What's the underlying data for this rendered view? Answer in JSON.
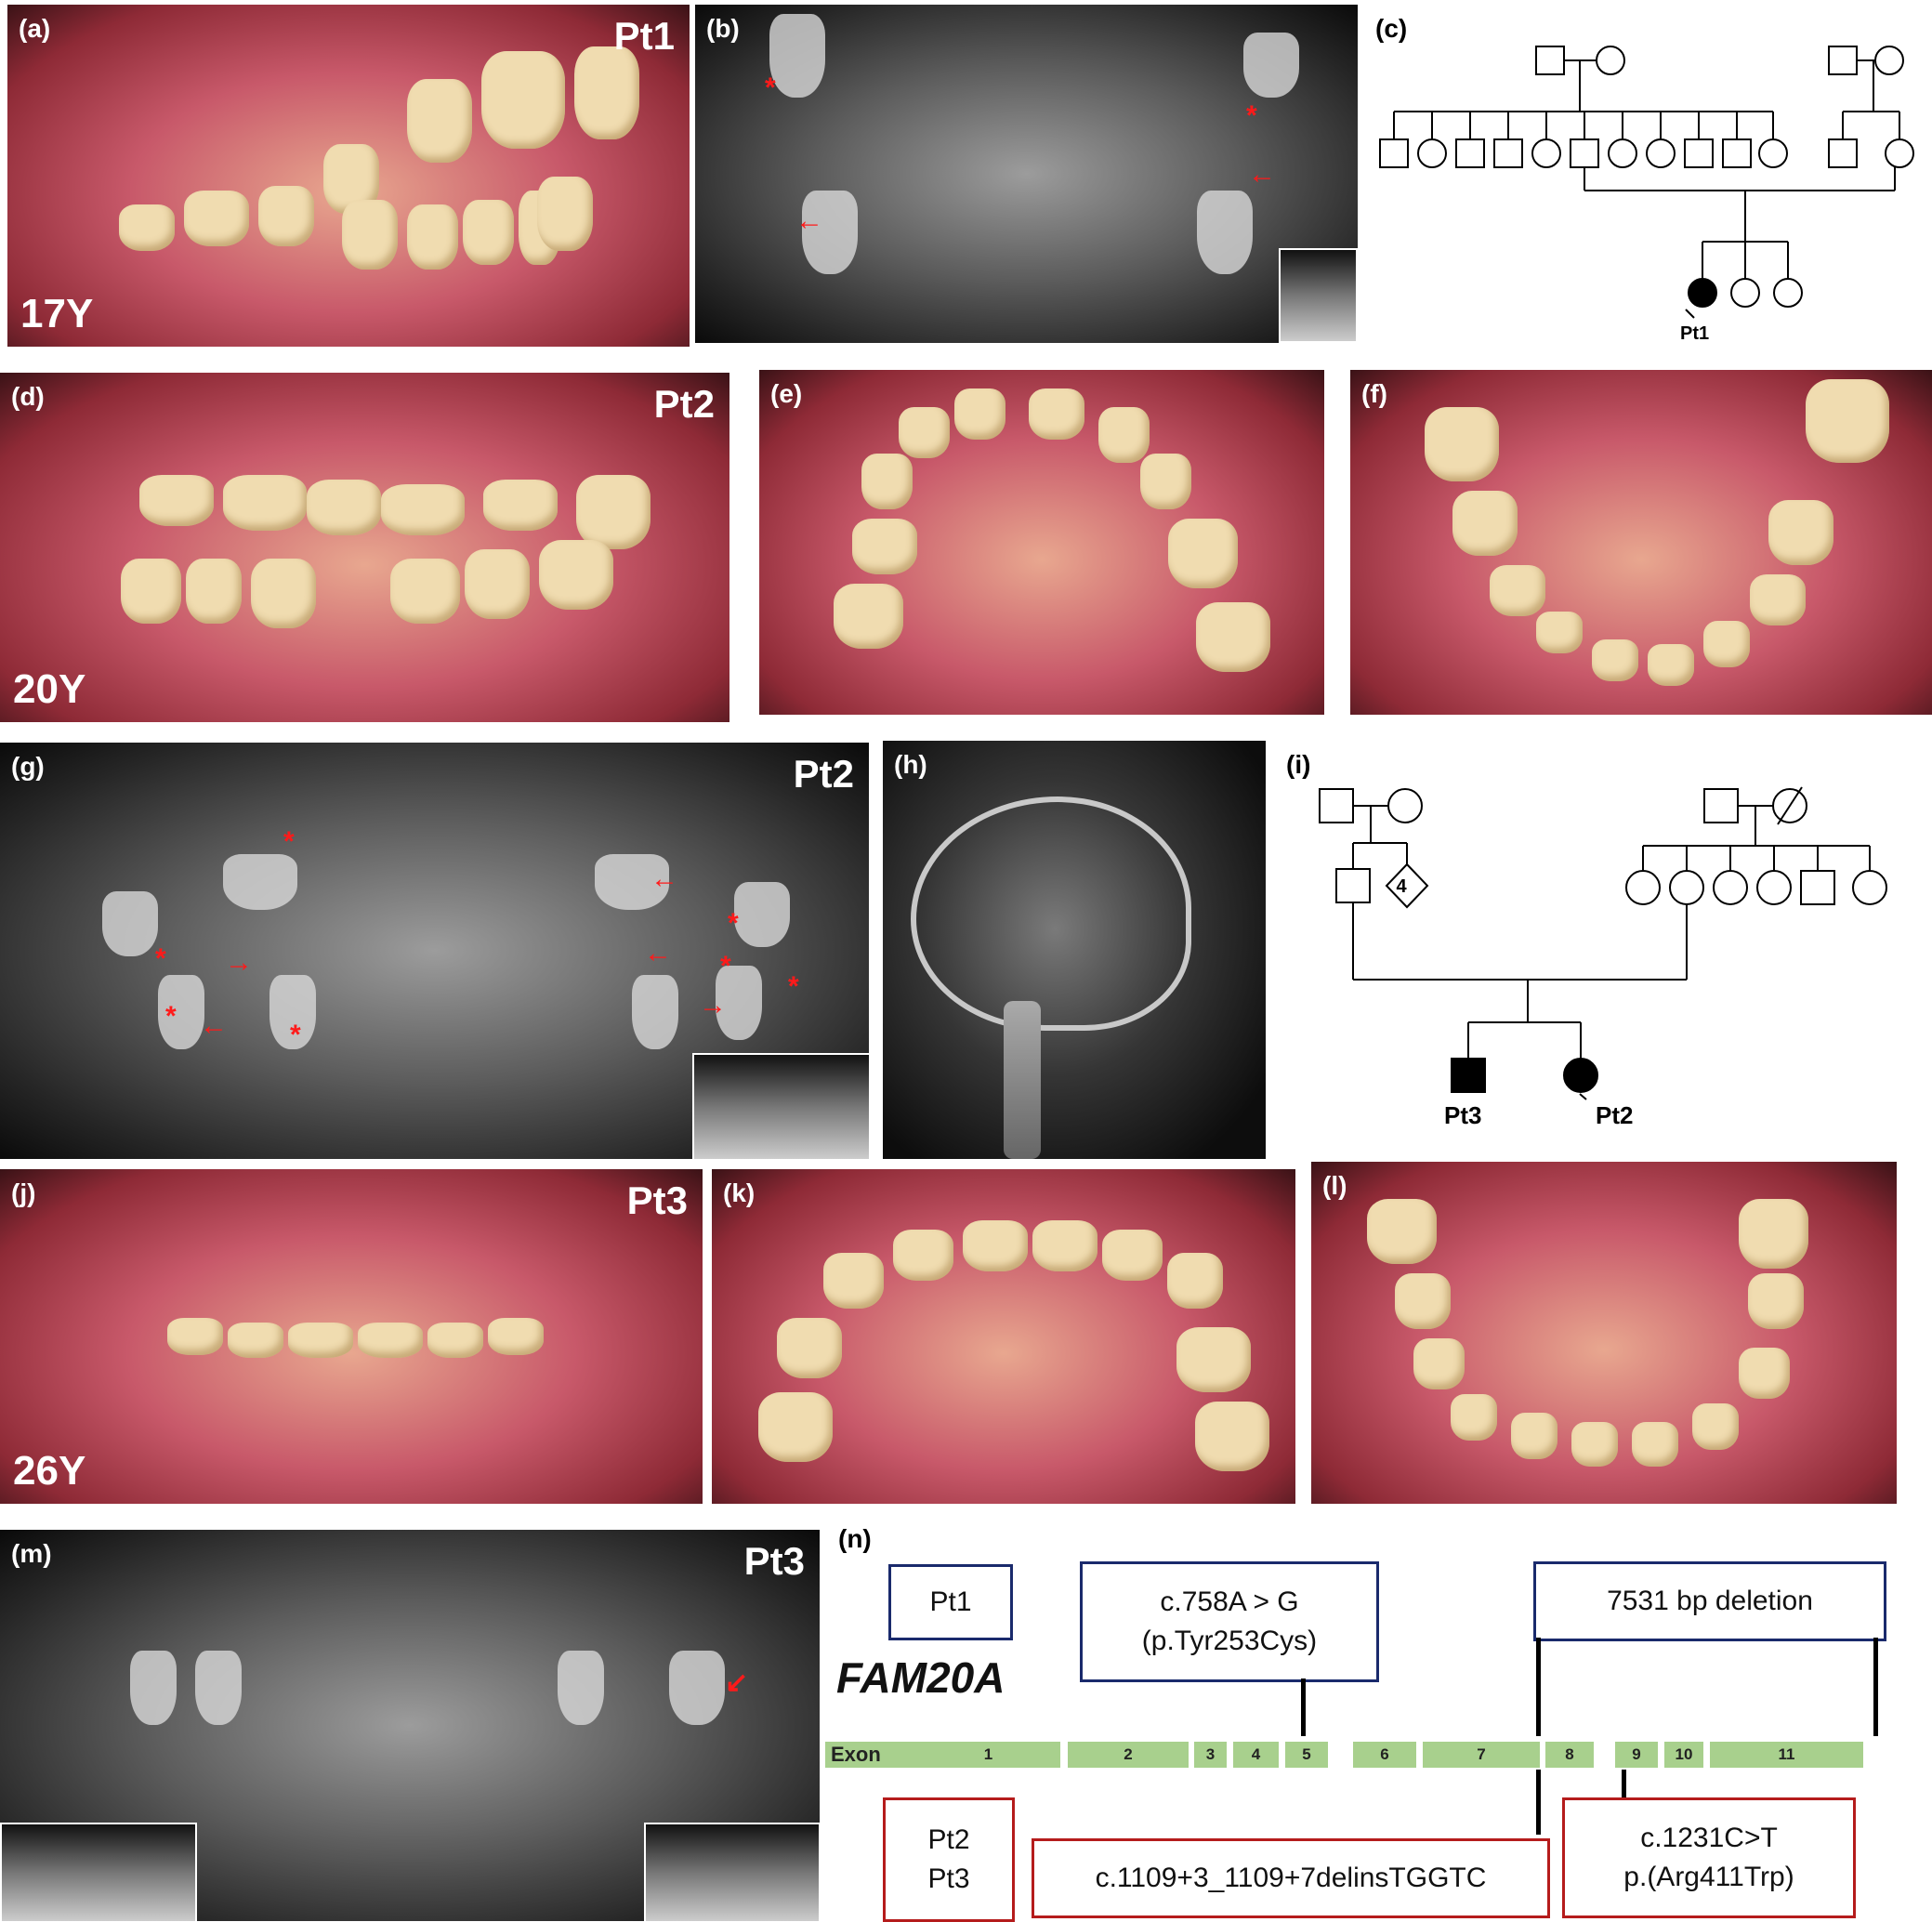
{
  "panels": {
    "a": {
      "label": "(a)",
      "tag": "Pt1",
      "age": "17Y"
    },
    "b": {
      "label": "(b)"
    },
    "c": {
      "label": "(c)",
      "proband": "Pt1"
    },
    "d": {
      "label": "(d)",
      "tag": "Pt2",
      "age": "20Y"
    },
    "e": {
      "label": "(e)"
    },
    "f": {
      "label": "(f)"
    },
    "g": {
      "label": "(g)",
      "tag": "Pt2"
    },
    "h": {
      "label": "(h)"
    },
    "i": {
      "label": "(i)",
      "diamond_count": "4",
      "affected_male": "Pt3",
      "affected_female": "Pt2"
    },
    "j": {
      "label": "(j)",
      "tag": "Pt3",
      "age": "26Y"
    },
    "k": {
      "label": "(k)"
    },
    "l": {
      "label": "(l)"
    },
    "m": {
      "label": "(m)",
      "tag": "Pt3"
    },
    "n": {
      "label": "(n)"
    }
  },
  "gene": {
    "name": "FAM20A",
    "exon_label": "Exon",
    "exons": [
      "1",
      "2",
      "3",
      "4",
      "5",
      "6",
      "7",
      "8",
      "9",
      "10",
      "11"
    ],
    "pt1_box": "Pt1",
    "pt1_variant_1_line1": "c.758A > G",
    "pt1_variant_1_line2": "(p.Tyr253Cys)",
    "pt1_variant_2": "7531 bp deletion",
    "pt23_box_line1": "Pt2",
    "pt23_box_line2": "Pt3",
    "pt23_variant_1": "c.1109+3_1109+7delinsTGGTC",
    "pt23_variant_2_line1": "c.1231C>T",
    "pt23_variant_2_line2": "p.(Arg411Trp)"
  },
  "colors": {
    "marker_red": "#ff1a1a",
    "box_blue": "#1a2a6c",
    "box_red": "#b51c1c",
    "exon_green": "#a8d08d"
  }
}
